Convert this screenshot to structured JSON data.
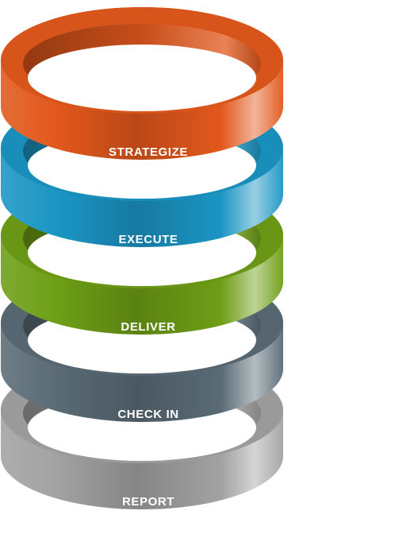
{
  "rings": [
    {
      "label": "STRATEGIZE",
      "color": "#e2581c"
    },
    {
      "label": "EXECUTE",
      "color": "#1b95c4"
    },
    {
      "label": "DELIVER",
      "color": "#6e9e16"
    },
    {
      "label": "CHECK IN",
      "color": "#5a6b76"
    },
    {
      "label": "REPORT",
      "color": "#a2a2a2"
    }
  ]
}
